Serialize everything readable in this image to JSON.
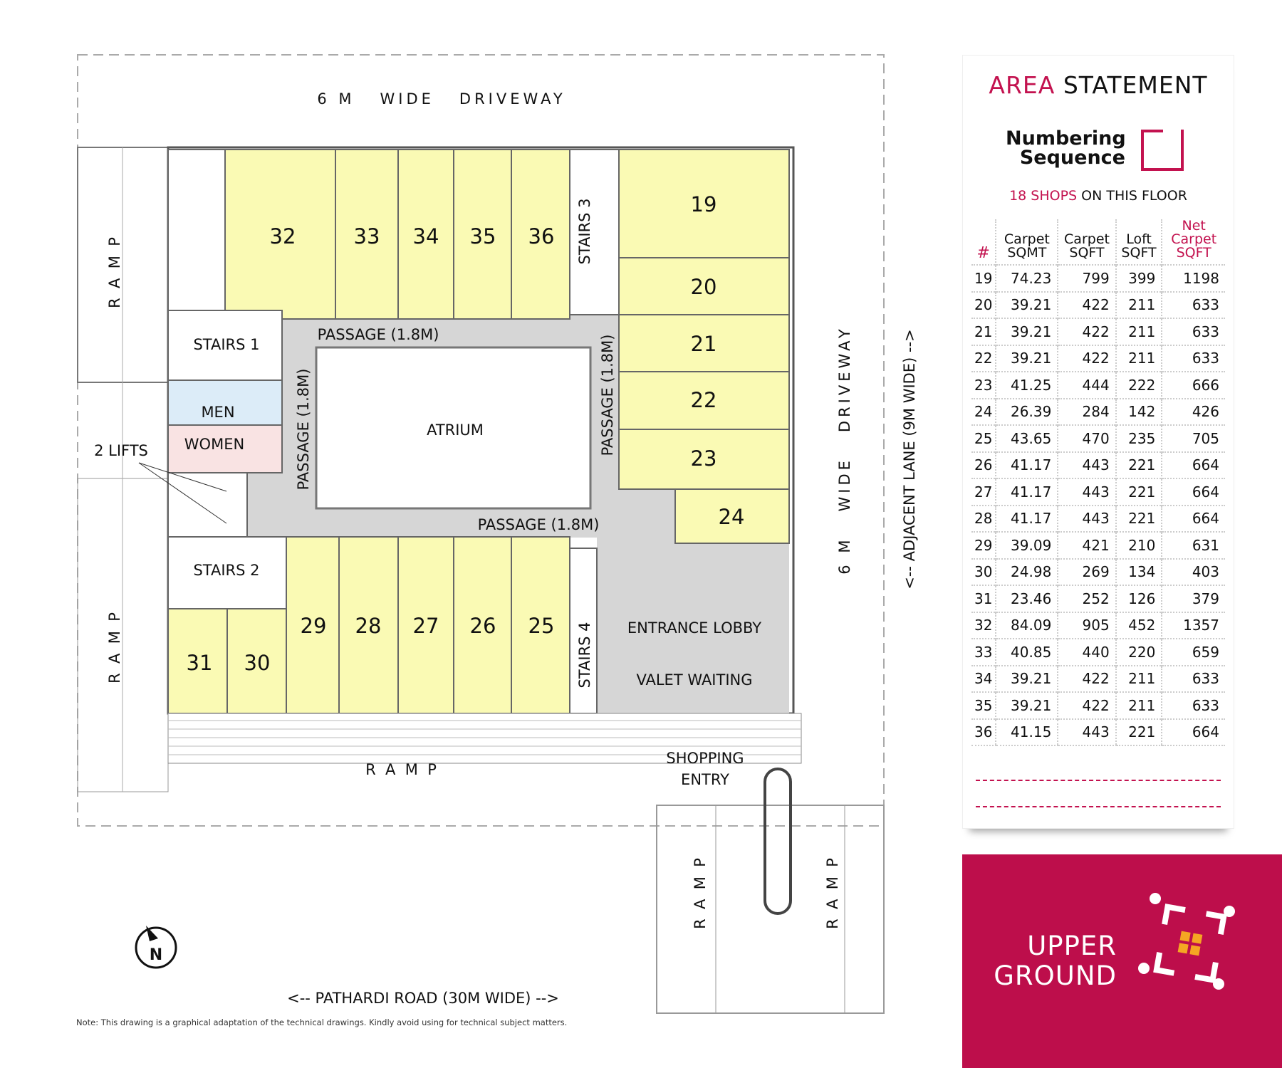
{
  "plan": {
    "top_road": "6 M   WIDE   DRIVEWAY",
    "right_road": "6 M   WIDE   DRIVEWAY",
    "adjacent_lane": "<-- ADJACENT LANE (9M WIDE) -->",
    "main_road": "<-- PATHARDI ROAD (30M WIDE) -->",
    "ramp": "R  A  M  P",
    "passage_top": "PASSAGE (1.8M)",
    "passage_bottom": "PASSAGE (1.8M)",
    "passage_left": "PASSAGE (1.8M)",
    "passage_right": "PASSAGE (1.8M)",
    "atrium": "ATRIUM",
    "stairs1": "STAIRS 1",
    "stairs2": "STAIRS 2",
    "stairs3": "STAIRS 3",
    "stairs4": "STAIRS 4",
    "men": "MEN",
    "women": "WOMEN",
    "lifts": "2 LIFTS",
    "lobby": "ENTRANCE LOBBY",
    "valet": "VALET WAITING",
    "entry1": "SHOPPING",
    "entry2": "ENTRY",
    "north": "N",
    "note": "Note: This drawing is a graphical adaptation of the technical drawings. Kindly avoid using for technical subject matters.",
    "shops": [
      "19",
      "20",
      "21",
      "22",
      "23",
      "24",
      "25",
      "26",
      "27",
      "28",
      "29",
      "30",
      "31",
      "32",
      "33",
      "34",
      "35",
      "36"
    ]
  },
  "panel": {
    "title_accent": "AREA",
    "title_rest": "STATEMENT",
    "numbering_1": "Numbering",
    "numbering_2": "Sequence",
    "shops_count": "18 SHOPS",
    "shops_rest": "ON THIS FLOOR",
    "headers": [
      "#",
      "Carpet SQMT",
      "Carpet SQFT",
      "Loft SQFT",
      "Net Carpet SQFT"
    ],
    "rows": [
      [
        "19",
        "74.23",
        "799",
        "399",
        "1198"
      ],
      [
        "20",
        "39.21",
        "422",
        "211",
        "633"
      ],
      [
        "21",
        "39.21",
        "422",
        "211",
        "633"
      ],
      [
        "22",
        "39.21",
        "422",
        "211",
        "633"
      ],
      [
        "23",
        "41.25",
        "444",
        "222",
        "666"
      ],
      [
        "24",
        "26.39",
        "284",
        "142",
        "426"
      ],
      [
        "25",
        "43.65",
        "470",
        "235",
        "705"
      ],
      [
        "26",
        "41.17",
        "443",
        "221",
        "664"
      ],
      [
        "27",
        "41.17",
        "443",
        "221",
        "664"
      ],
      [
        "28",
        "41.17",
        "443",
        "221",
        "664"
      ],
      [
        "29",
        "39.09",
        "421",
        "210",
        "631"
      ],
      [
        "30",
        "24.98",
        "269",
        "134",
        "403"
      ],
      [
        "31",
        "23.46",
        "252",
        "126",
        "379"
      ],
      [
        "32",
        "84.09",
        "905",
        "452",
        "1357"
      ],
      [
        "33",
        "40.85",
        "440",
        "220",
        "659"
      ],
      [
        "34",
        "39.21",
        "422",
        "211",
        "633"
      ],
      [
        "35",
        "39.21",
        "422",
        "211",
        "633"
      ],
      [
        "36",
        "41.15",
        "443",
        "221",
        "664"
      ]
    ]
  },
  "floor": {
    "line1": "UPPER",
    "line2": "GROUND"
  },
  "colors": {
    "accent": "#c3124f",
    "badge": "#bd0e4b",
    "shop": "#fafab4",
    "passage": "#d6d6d6",
    "logo_center": "#f5a623"
  }
}
